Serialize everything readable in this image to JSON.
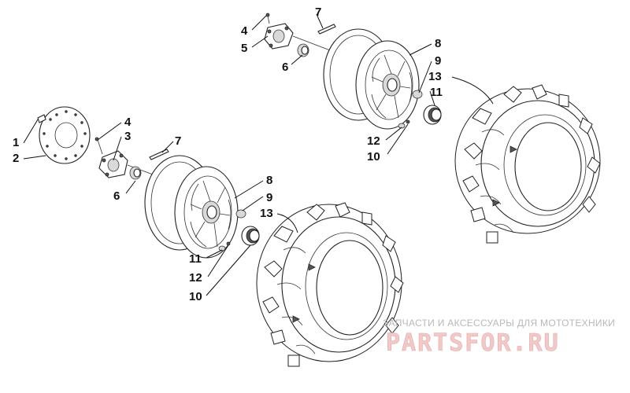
{
  "callouts": {
    "lower_assembly": [
      "1",
      "2",
      "3",
      "4",
      "6",
      "7",
      "8",
      "9",
      "10",
      "11",
      "12",
      "13"
    ],
    "upper_assembly": [
      "4",
      "5",
      "6",
      "7",
      "8",
      "9",
      "10",
      "11",
      "12",
      "13"
    ]
  },
  "watermark": {
    "caption": "ЗАПЧАСТИ И АКСЕССУАРЫ ДЛЯ МОТОТЕХНИКИ",
    "brand": "PARTSFOR.RU"
  },
  "colors": {
    "ink": "#111111",
    "watermark_text": "#b8b8b8",
    "watermark_brand": "#f2c9c9"
  }
}
